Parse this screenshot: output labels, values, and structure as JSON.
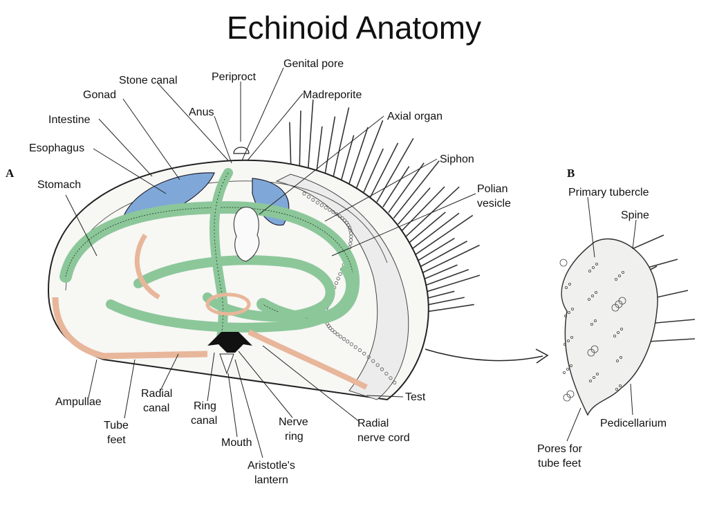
{
  "title": "Echinoid Anatomy",
  "panels": {
    "a": "A",
    "b": "B"
  },
  "labels_a": {
    "genital_pore": "Genital pore",
    "periproct": "Periproct",
    "stone_canal": "Stone canal",
    "madreporite": "Madreporite",
    "gonad": "Gonad",
    "anus": "Anus",
    "axial_organ": "Axial organ",
    "intestine": "Intestine",
    "esophagus": "Esophagus",
    "siphon": "Siphon",
    "stomach": "Stomach",
    "polian_vesicle": [
      "Polian",
      "vesicle"
    ],
    "test": "Test",
    "ampullae": "Ampullae",
    "tube_feet": [
      "Tube",
      "feet"
    ],
    "radial_canal": [
      "Radial",
      "canal"
    ],
    "ring_canal": [
      "Ring",
      "canal"
    ],
    "mouth": "Mouth",
    "nerve_ring": [
      "Nerve",
      "ring"
    ],
    "aristotles_lantern": [
      "Aristotle's",
      "lantern"
    ],
    "radial_nerve_cord": [
      "Radial",
      "nerve cord"
    ]
  },
  "labels_b": {
    "primary_tubercle": "Primary tubercle",
    "spine": "Spine",
    "pedicellarium": "Pedicellarium",
    "pores_for_tube_feet": [
      "Pores for",
      "tube feet"
    ]
  },
  "colors": {
    "gonad": "#7fa8d8",
    "digestive": "#8cc79a",
    "water_vascular": "#e8b69a",
    "outline": "#222222"
  }
}
